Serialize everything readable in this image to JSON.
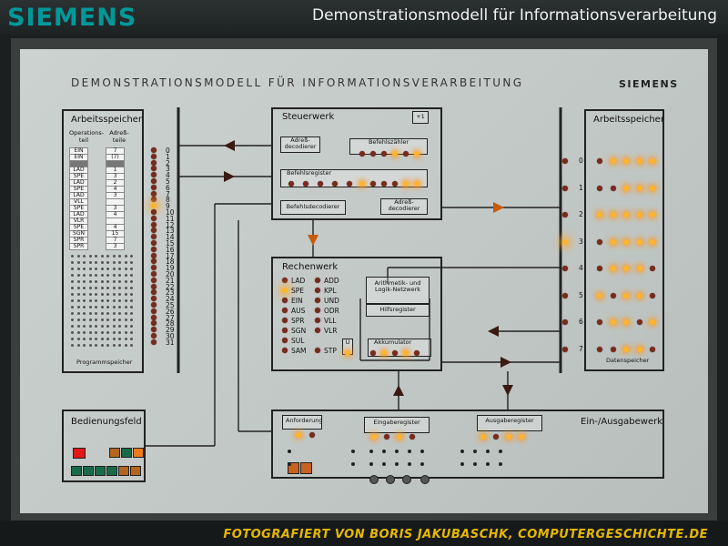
{
  "header": {
    "brand": "SIEMENS",
    "title": "Demonstrationsmodell für Informationsverarbeitung"
  },
  "footer": {
    "credit": "FOTOGRAFIERT VON BORIS JAKUBASCHK, COMPUTERGESCHICHTE.DE"
  },
  "panel": {
    "title": "DEMONSTRATIONSMODELL FÜR INFORMATIONSVERARBEITUNG",
    "brand": "SIEMENS",
    "program_memory": {
      "title": "Arbeitsspeicher",
      "col_operation": "Operations-teil",
      "col_address": "Adreß-teile",
      "footer": "Programmspeicher",
      "rows": [
        {
          "op": "EIN",
          "addr": "7"
        },
        {
          "op": "EIN",
          "addr": "(7)"
        },
        {
          "op": "",
          "addr": ""
        },
        {
          "op": "LAD",
          "addr": "1"
        },
        {
          "op": "SPE",
          "addr": "3"
        },
        {
          "op": "LAD",
          "addr": "2"
        },
        {
          "op": "SPE",
          "addr": "4"
        },
        {
          "op": "LAD",
          "addr": "3"
        },
        {
          "op": "VLL",
          "addr": ""
        },
        {
          "op": "SPE",
          "addr": "3"
        },
        {
          "op": "LAD",
          "addr": "4"
        },
        {
          "op": "VLR",
          "addr": ""
        },
        {
          "op": "SPE",
          "addr": "4"
        },
        {
          "op": "SGN",
          "addr": "15"
        },
        {
          "op": "SPR",
          "addr": "7"
        },
        {
          "op": "SPR",
          "addr": "3"
        }
      ],
      "address_numbers": [
        "0",
        "1",
        "2",
        "3",
        "4",
        "5",
        "6",
        "7",
        "8",
        "9",
        "10",
        "11",
        "12",
        "13",
        "14",
        "15",
        "16",
        "17",
        "18",
        "19",
        "20",
        "21",
        "22",
        "23",
        "24",
        "25",
        "26",
        "27",
        "28",
        "29",
        "30",
        "31"
      ],
      "active_address": 9
    },
    "control_unit": {
      "title": "Steuerwerk",
      "increment": "+1",
      "address_decoder_top": "Adreß-decodierer",
      "program_counter": "Befehlszähler",
      "instruction_register": "Befehlsregister",
      "instruction_decoder": "Befehlsdecodierer",
      "address_decoder_bottom": "Adreß-decodierer"
    },
    "arithmetic_unit": {
      "title": "Rechenwerk",
      "ops_left": [
        "LAD",
        "SPE",
        "EIN",
        "AUS",
        "SPR",
        "SGN",
        "SUL",
        "SAM"
      ],
      "ops_right": [
        "ADD",
        "KPL",
        "UND",
        "ODR",
        "VLL",
        "VLR",
        "",
        "STP"
      ],
      "active_op": "SPE",
      "alu": "Arithmetik- und Logik-Netzwerk",
      "aux_register": "Hilfsregister",
      "accumulator": "Akkumulator",
      "u_label": "Ü"
    },
    "data_memory": {
      "title": "Arbeitsspeicher",
      "footer": "Datenspeicher",
      "addresses": [
        "0",
        "1",
        "2",
        "3",
        "4",
        "5",
        "6",
        "7"
      ]
    },
    "operator_panel": {
      "title": "Bedienungsfeld"
    },
    "io_unit": {
      "title": "Ein-/Ausgabewerk",
      "request": "Anforderung",
      "input_register": "Eingaberegister",
      "output_register": "Ausgaberegister"
    }
  }
}
